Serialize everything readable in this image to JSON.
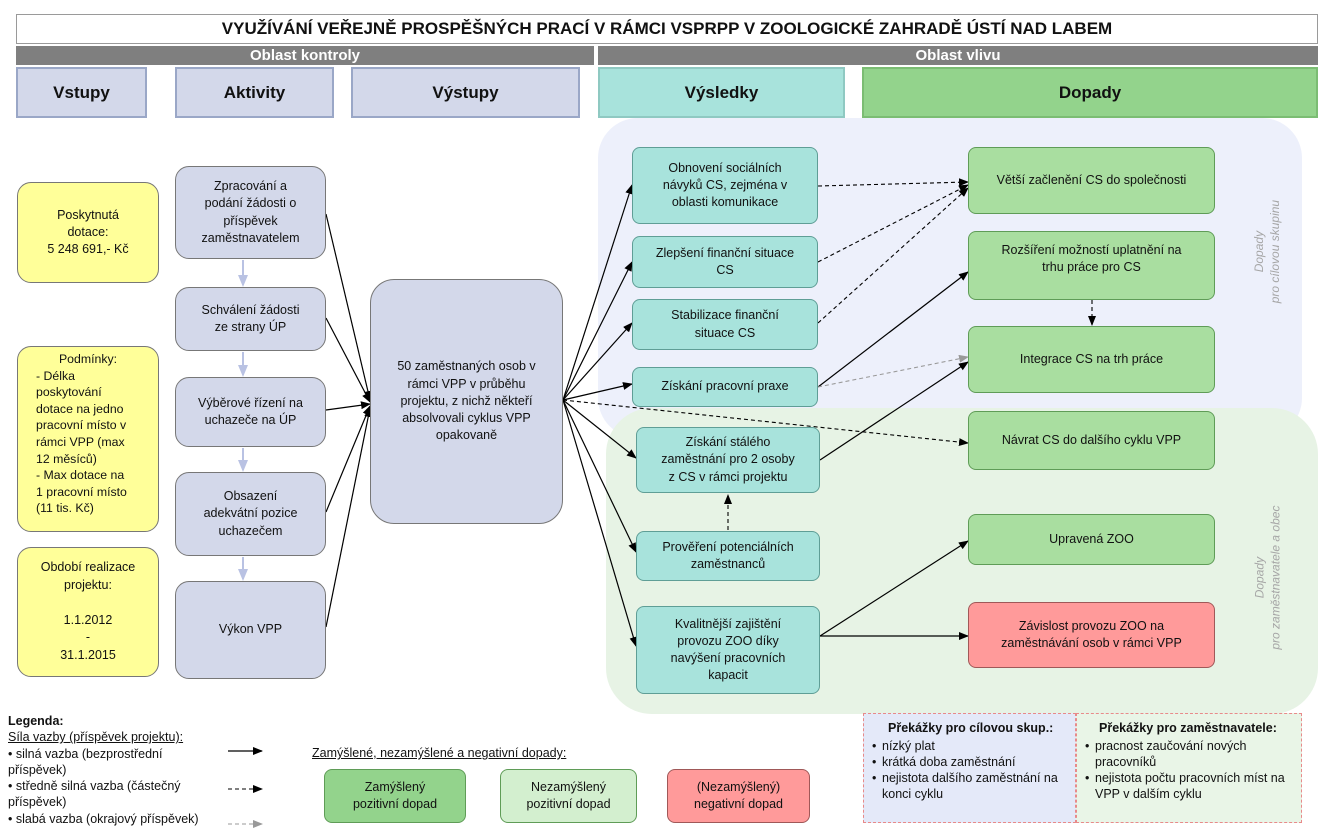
{
  "title": "VYUŽÍVÁNÍ VEŘEJNĚ PROSPĚŠNÝCH PRACÍ V RÁMCI VSPRPP V ZOOLOGICKÉ ZAHRADĚ ÚSTÍ NAD LABEM",
  "areas": {
    "control": "Oblast kontroly",
    "influence": "Oblast vlivu"
  },
  "columns": {
    "inputs": "Vstupy",
    "activities": "Aktivity",
    "outputs": "Výstupy",
    "results": "Výsledky",
    "impacts": "Dopady"
  },
  "inputs": {
    "subsidy": [
      "Poskytnutá",
      "dotace:",
      "5 248 691,- Kč"
    ],
    "conditions": [
      "Podmínky:",
      "- Délka",
      "poskytování",
      "dotace na jedno",
      "pracovní místo v",
      "rámci VPP (max",
      "12 měsíců)",
      "- Max dotace na",
      "1 pracovní místo",
      "(11 tis. Kč)"
    ],
    "period": [
      "Období realizace",
      "projektu:",
      "",
      "1.1.2012",
      "-",
      "31.1.2015"
    ]
  },
  "activities": [
    [
      "Zpracování a",
      "podání žádosti o",
      "příspěvek",
      "zaměstnavatelem"
    ],
    [
      "Schválení žádosti",
      "ze strany ÚP"
    ],
    [
      "Výběrové řízení na",
      "uchazeče na ÚP"
    ],
    [
      "Obsazení",
      "adekvátní pozice",
      "uchazečem"
    ],
    [
      "Výkon VPP"
    ]
  ],
  "output": [
    "50 zaměstnaných osob v",
    "rámci VPP v průběhu",
    "projektu, z nichž někteří",
    "absolvovali cyklus VPP",
    "opakovaně"
  ],
  "results": [
    [
      "Obnovení sociálních",
      "návyků CS, zejména v",
      "oblasti komunikace"
    ],
    [
      "Zlepšení finanční situace",
      "CS"
    ],
    [
      "Stabilizace finanční",
      "situace CS"
    ],
    [
      "Získání pracovní praxe"
    ],
    [
      "Získání stálého",
      "zaměstnání pro 2 osoby",
      "z CS v rámci projektu"
    ],
    [
      "Prověření potenciálních",
      "zaměstnanců"
    ],
    [
      "Kvalitnější zajištění",
      "provozu ZOO díky",
      "navýšení pracovních",
      "kapacit"
    ]
  ],
  "impacts": [
    [
      "Větší začlenění CS do společnosti"
    ],
    [
      "Rozšíření  možností uplatnění na",
      "trhu práce pro CS"
    ],
    [
      "Integrace CS na trh práce"
    ],
    [
      "Návrat CS do dalšího cyklu VPP"
    ],
    [
      "Upravená ZOO"
    ],
    [
      "Závislost provozu ZOO na",
      "zaměstnávání osob v rámci VPP"
    ]
  ],
  "side_labels": {
    "target": [
      "Dopady",
      "pro cílovou skupinu"
    ],
    "employer": [
      "Dopady",
      "pro  zaměstnavatele a obec"
    ]
  },
  "legend": {
    "heading": "Legenda:",
    "strength_heading": "Síla vazby (příspěvek projektu):",
    "strong": [
      "• silná vazba (bezprostřední",
      "příspěvek)"
    ],
    "medium": [
      "• středně silná vazba (částečný",
      "příspěvek)"
    ],
    "weak": [
      "• slabá vazba (okrajový příspěvek)"
    ],
    "impact_types_heading": "Zamýšlené, nezamýšlené a negativní dopady:",
    "intended": [
      "Zamýšlený",
      "pozitivní dopad"
    ],
    "unintended": [
      "Nezamýšlený",
      "pozitivní dopad"
    ],
    "negative": [
      "(Nezamýšlený)",
      "negativní dopad"
    ]
  },
  "obstacles_target": {
    "heading": "Překážky  pro cílovou skup.:",
    "items": [
      "nízký plat",
      "krátká doba zaměstnání",
      "nejistota dalšího zaměstnání na konci cyklu"
    ]
  },
  "obstacles_employer": {
    "heading": "Překážky  pro zaměstnavatele:",
    "items": [
      "pracnost zaučování nových pracovníků",
      "nejistota počtu pracovních míst na VPP v dalším cyklu"
    ]
  },
  "colors": {
    "header_band": "#7f7f7f",
    "lavender": "#d3d8ea",
    "teal": "#a8e3dc",
    "green": "#93d38c",
    "light_green": "#a9dea0",
    "yellow": "#ffff99",
    "red": "#ff9a9a"
  }
}
